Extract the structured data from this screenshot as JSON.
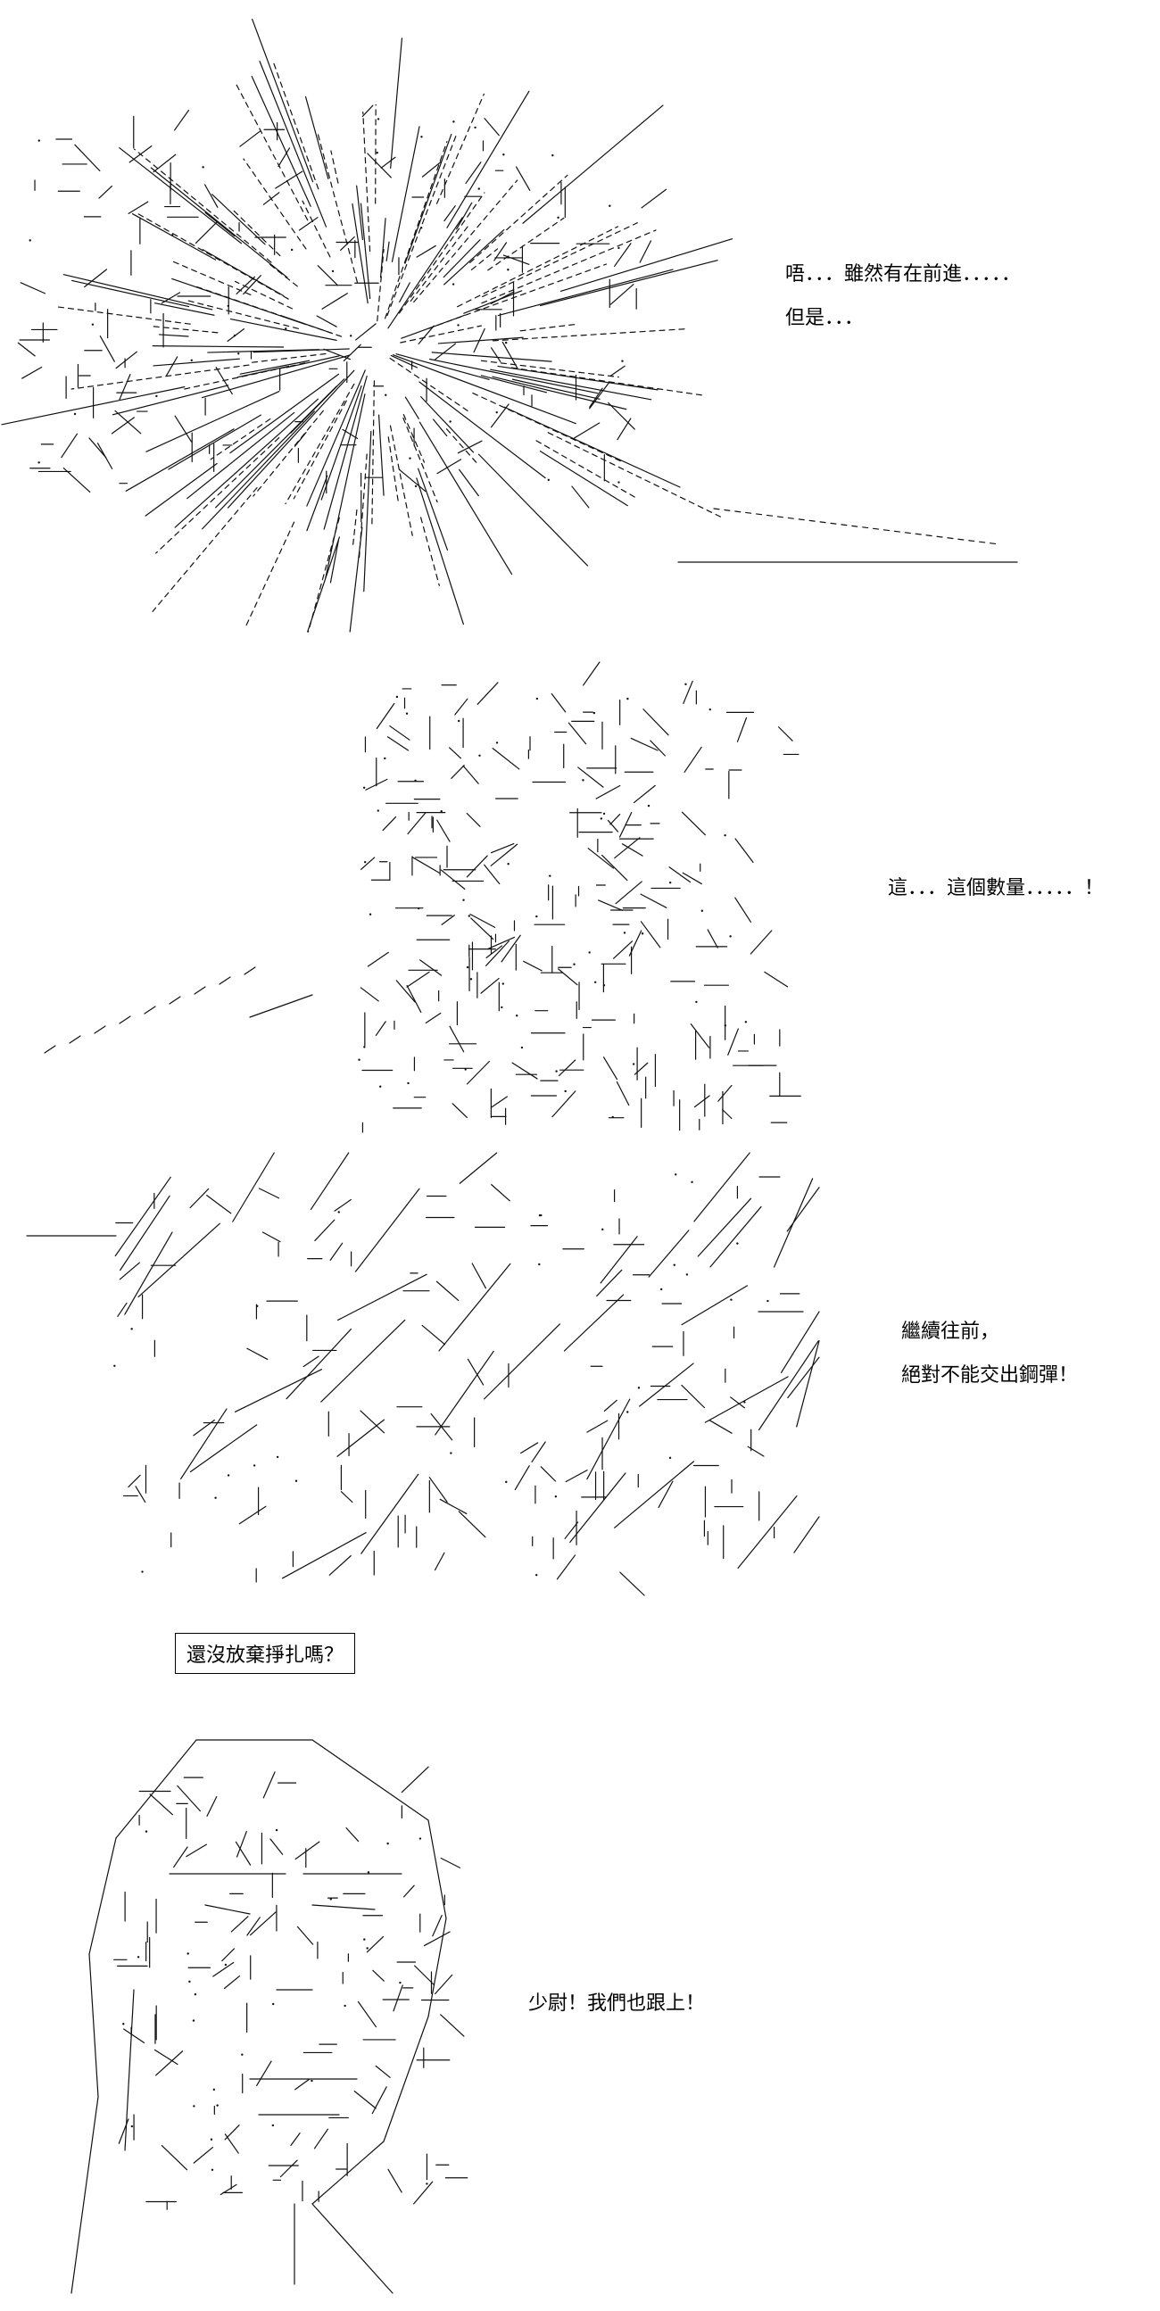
{
  "panels": [
    {
      "lines": [
        "唔．．．雖然有在前進．．．．．",
        "但是．．．"
      ]
    },
    {
      "lines": [
        "這．．．這個數量．．．．．！"
      ]
    },
    {
      "lines": [
        "繼續往前，",
        "絕對不能交出鋼彈！"
      ]
    },
    {
      "boxed": "還沒放棄掙扎嗎？",
      "lines": [
        "少尉！我們也跟上！"
      ]
    }
  ],
  "colors": {
    "background": "#ffffff",
    "ink": "#000000"
  }
}
